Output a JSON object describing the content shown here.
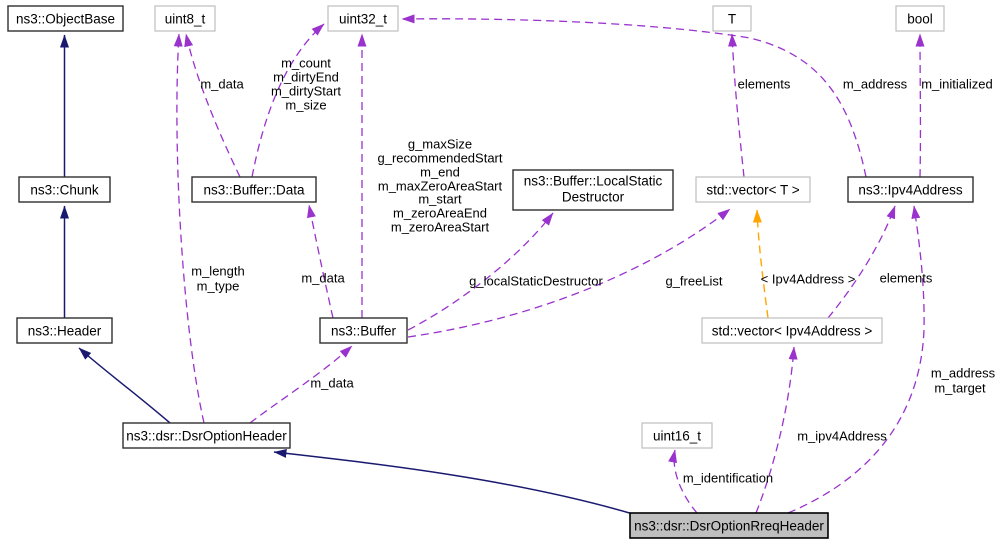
{
  "diagram": {
    "kind": "collaboration-graph",
    "main_class": "ns3::dsr::DsrOptionRreqHeader",
    "colors": {
      "background": "#ffffff",
      "inheritance_edge": "#191970",
      "usage_edge": "#9a32cd",
      "template_edge": "#ffa500",
      "class_border": "#2f2f2f",
      "primitive_border": "#bfbfbf",
      "main_node_fill": "#bfbfbf",
      "text": "#000000"
    },
    "nodes": {
      "objectbase": {
        "label": "ns3::ObjectBase"
      },
      "uint8": {
        "label": "uint8_t"
      },
      "uint32": {
        "label": "uint32_t"
      },
      "t": {
        "label": "T"
      },
      "bool": {
        "label": "bool"
      },
      "chunk": {
        "label": "ns3::Chunk"
      },
      "bufferdata": {
        "label": "ns3::Buffer::Data"
      },
      "localstatic": {
        "label": [
          "ns3::Buffer::LocalStatic",
          "Destructor"
        ]
      },
      "vectort": {
        "label": "std::vector< T >"
      },
      "ipv4": {
        "label": "ns3::Ipv4Address"
      },
      "header": {
        "label": "ns3::Header"
      },
      "buffer": {
        "label": "ns3::Buffer"
      },
      "vectoripv4": {
        "label": "std::vector< Ipv4Address >"
      },
      "optionheader": {
        "label": "ns3::dsr::DsrOptionHeader"
      },
      "uint16": {
        "label": "uint16_t"
      },
      "rreq": {
        "label": "ns3::dsr::DsrOptionRreqHeader"
      }
    },
    "edges": {
      "chunk_objectbase": {
        "from": "ns3::Chunk",
        "to": "ns3::ObjectBase",
        "type": "inheritance"
      },
      "header_chunk": {
        "from": "ns3::Header",
        "to": "ns3::Chunk",
        "type": "inheritance"
      },
      "optionheader_header": {
        "from": "ns3::dsr::DsrOptionHeader",
        "to": "ns3::Header",
        "type": "inheritance"
      },
      "rreq_optionheader": {
        "from": "ns3::dsr::DsrOptionRreqHeader",
        "to": "ns3::dsr::DsrOptionHeader",
        "type": "inheritance"
      },
      "bufferdata_uint8": {
        "from": "ns3::Buffer::Data",
        "to": "uint8_t",
        "type": "usage",
        "label": "m_data"
      },
      "optionheader_uint8": {
        "from": "ns3::dsr::DsrOptionHeader",
        "to": "uint8_t",
        "type": "usage",
        "label": [
          "m_length",
          "m_type"
        ]
      },
      "bufferdata_uint32": {
        "from": "ns3::Buffer::Data",
        "to": "uint32_t",
        "type": "usage",
        "label": [
          "m_count",
          "m_dirtyEnd",
          "m_dirtyStart",
          "m_size"
        ]
      },
      "buffer_uint32": {
        "from": "ns3::Buffer",
        "to": "uint32_t",
        "type": "usage",
        "label": [
          "g_maxSize",
          "g_recommendedStart",
          "m_end",
          "m_maxZeroAreaStart",
          "m_start",
          "m_zeroAreaEnd",
          "m_zeroAreaStart"
        ]
      },
      "ipv4_uint32": {
        "from": "ns3::Ipv4Address",
        "to": "uint32_t",
        "type": "usage",
        "label": "m_address"
      },
      "ipv4_bool": {
        "from": "ns3::Ipv4Address",
        "to": "bool",
        "type": "usage",
        "label": "m_initialized"
      },
      "vectort_t": {
        "from": "std::vector< T >",
        "to": "T",
        "type": "usage",
        "label": "elements"
      },
      "buffer_bufferdata": {
        "from": "ns3::Buffer",
        "to": "ns3::Buffer::Data",
        "type": "usage",
        "label": "m_data"
      },
      "buffer_localstatic": {
        "from": "ns3::Buffer",
        "to": "ns3::Buffer::LocalStaticDestructor",
        "type": "usage",
        "label": "g_localStaticDestructor"
      },
      "buffer_vectort": {
        "from": "ns3::Buffer",
        "to": "std::vector< T >",
        "type": "usage",
        "label": "g_freeList"
      },
      "vectoripv4_vectort": {
        "from": "std::vector< Ipv4Address >",
        "to": "std::vector< T >",
        "type": "template-instance",
        "label": "< Ipv4Address >"
      },
      "vectoripv4_ipv4": {
        "from": "std::vector< Ipv4Address >",
        "to": "ns3::Ipv4Address",
        "type": "usage",
        "label": "elements"
      },
      "optionheader_buffer": {
        "from": "ns3::dsr::DsrOptionHeader",
        "to": "ns3::Buffer",
        "type": "usage",
        "label": "m_data"
      },
      "rreq_uint16": {
        "from": "ns3::dsr::DsrOptionRreqHeader",
        "to": "uint16_t",
        "type": "usage",
        "label": "m_identification"
      },
      "rreq_vectoripv4": {
        "from": "ns3::dsr::DsrOptionRreqHeader",
        "to": "std::vector< Ipv4Address >",
        "type": "usage",
        "label": "m_ipv4Address"
      },
      "rreq_ipv4": {
        "from": "ns3::dsr::DsrOptionRreqHeader",
        "to": "ns3::Ipv4Address",
        "type": "usage",
        "label": [
          "m_address",
          "m_target"
        ]
      }
    }
  }
}
